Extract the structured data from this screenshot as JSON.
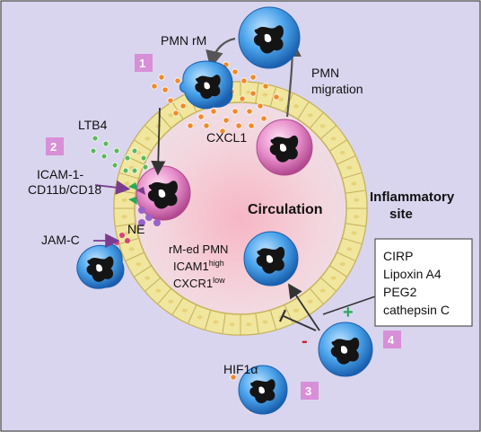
{
  "labels": {
    "pmn_rm": "PMN rM",
    "pmn_migration_1": "PMN",
    "pmn_migration_2": "migration",
    "cxcl1": "CXCL1",
    "ltb4": "LTB4",
    "icam_line1": "ICAM-1-",
    "icam_line2": "CD11b/CD18",
    "ne": "NE",
    "jam_c": "JAM-C",
    "circulation": "Circulation",
    "inflammatory_1": "Inflammatory",
    "inflammatory_2": "site",
    "rm_ed_pmn": "rM-ed PMN",
    "icam1_base": "ICAM1",
    "icam1_sup": "high",
    "cxcr1_base": "CXCR1",
    "cxcr1_sup": "low",
    "hif1a": "HIF1α",
    "plus_sign": "+",
    "minus_sign": "-"
  },
  "badges": [
    "1",
    "2",
    "3",
    "4"
  ],
  "factor_box": [
    "CIRP",
    "Lipoxin A4",
    "PEG2",
    "cathepsin C"
  ],
  "colors": {
    "frame_bg": "#d9d5ee",
    "vessel_fill": "#f3d3dc",
    "vessel_center": "#f6b8c4",
    "endothelium": "#f1e69e",
    "endothelium_stroke": "#c7b35c",
    "neutrophil_blue": "#2f86d6",
    "neutrophil_pink": "#d66fb6",
    "badge": "#d88fd8",
    "chemokine_orange": "#f08a2a",
    "ltb4_green": "#5cb85c",
    "ne_purple": "#9a63c9",
    "plus_green": "#2aa85a",
    "minus_red": "#c62828"
  }
}
